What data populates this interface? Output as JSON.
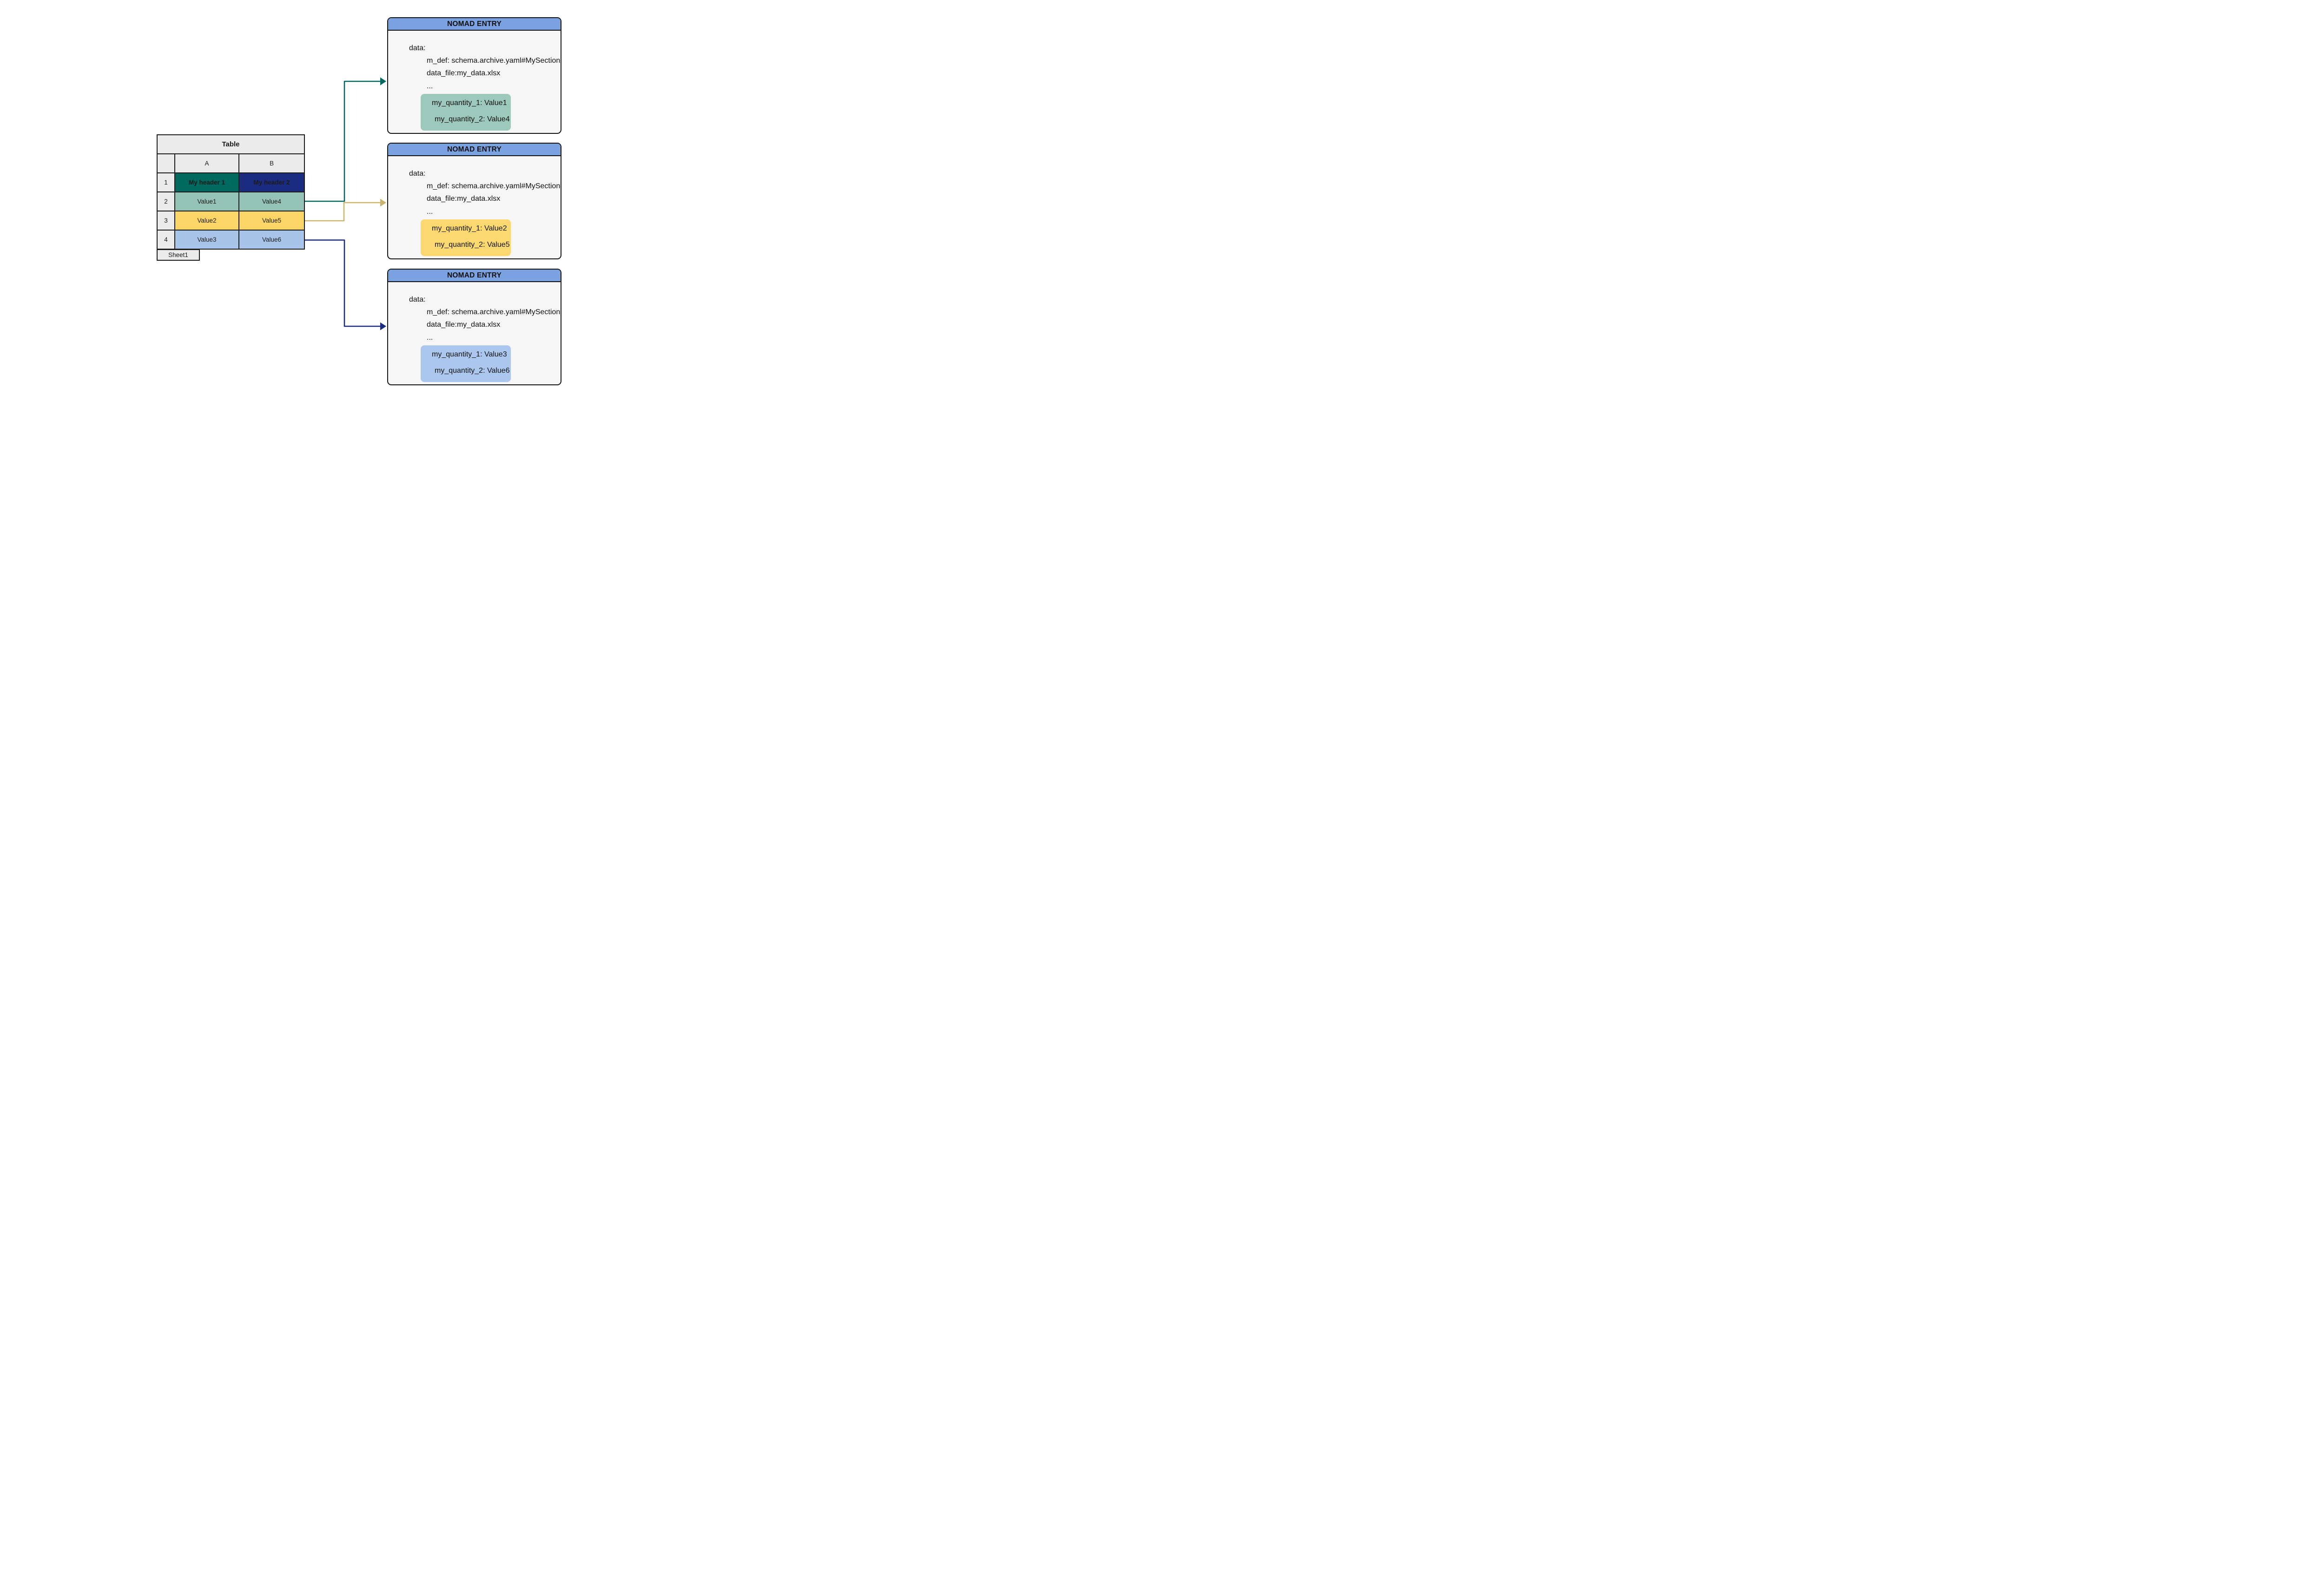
{
  "table": {
    "title": "Table",
    "sheet_tab": "Sheet1",
    "columns": [
      "A",
      "B"
    ],
    "rows": [
      {
        "num": "1",
        "a": "My header 1",
        "b": "My header 2"
      },
      {
        "num": "2",
        "a": "Value1",
        "b": "Value4"
      },
      {
        "num": "3",
        "a": "Value2",
        "b": "Value5"
      },
      {
        "num": "4",
        "a": "Value3",
        "b": "Value6"
      }
    ]
  },
  "entries": [
    {
      "title": "NOMAD ENTRY",
      "data_label": "data:",
      "m_def_line": "m_def: schema.archive.yaml#MySection",
      "data_file_line": "data_file:my_data.xlsx",
      "ellipsis": "...",
      "quantity_1": "my_quantity_1: Value1",
      "quantity_2": "my_quantity_2: Value4",
      "highlight_color": "#9DC8BC"
    },
    {
      "title": "NOMAD ENTRY",
      "data_label": "data:",
      "m_def_line": "m_def: schema.archive.yaml#MySection",
      "data_file_line": "data_file:my_data.xlsx",
      "ellipsis": "...",
      "quantity_1": "my_quantity_1: Value2",
      "quantity_2": "my_quantity_2: Value5",
      "highlight_color": "#FBD970"
    },
    {
      "title": "NOMAD ENTRY",
      "data_label": "data:",
      "m_def_line": "m_def: schema.archive.yaml#MySection",
      "data_file_line": "data_file:my_data.xlsx",
      "ellipsis": "...",
      "quantity_1": "my_quantity_1: Value3",
      "quantity_2": "my_quantity_2: Value6",
      "highlight_color": "#ABC7EE"
    }
  ],
  "colors": {
    "accent_teal": "#00695F",
    "accent_navy": "#1B2C80",
    "accent_tan": "#CBB46E",
    "header_blue": "#7BA2E0",
    "row_green": "#95C3B6",
    "row_yellow": "#FBD666",
    "row_blue": "#A9C4E9",
    "hl_green": "#9DC8BC",
    "hl_yellow": "#FBD970",
    "hl_blue": "#ABC7EE",
    "cell_gray": "#EBEBEB",
    "box_bg": "#F6F6F6",
    "line_dark": "#1C1C1C"
  }
}
